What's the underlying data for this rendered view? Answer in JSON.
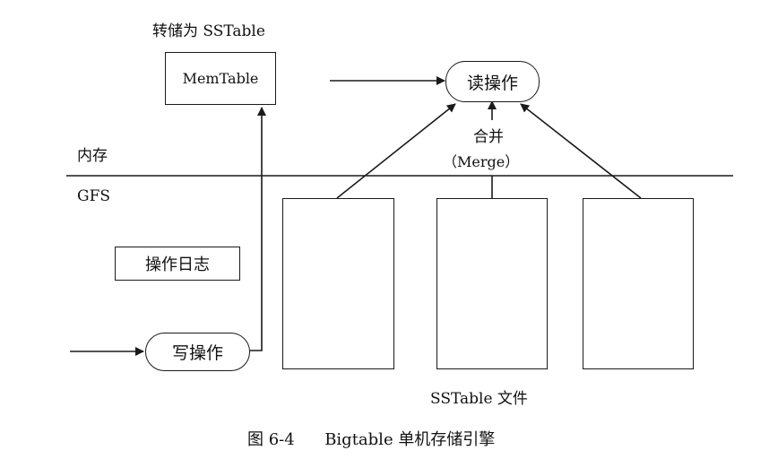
{
  "labels": {
    "dump_label": "转储为 SSTable",
    "memtable": "MemTable",
    "read_op": "读操作",
    "memory": "内存",
    "gfs": "GFS",
    "merge_cn": "合并",
    "merge_en": "（Merge）",
    "op_log": "操作日志",
    "write_op": "写操作",
    "sstable_files": "SSTable 文件"
  },
  "caption": {
    "figure_no": "图 6-4",
    "title": "Bigtable 单机存储引擎"
  }
}
